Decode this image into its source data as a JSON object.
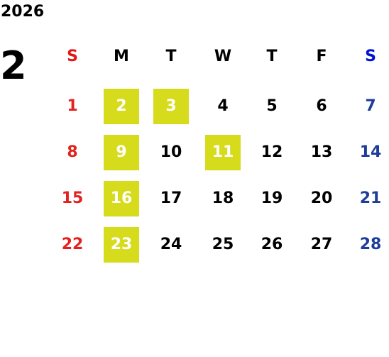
{
  "calendar": {
    "year": "2026",
    "month": "2",
    "weekdays": [
      "S",
      "M",
      "T",
      "W",
      "T",
      "F",
      "S"
    ],
    "weeks": [
      [
        "1",
        "2",
        "3",
        "4",
        "5",
        "6",
        "7"
      ],
      [
        "8",
        "9",
        "10",
        "11",
        "12",
        "13",
        "14"
      ],
      [
        "15",
        "16",
        "17",
        "18",
        "19",
        "20",
        "21"
      ],
      [
        "22",
        "23",
        "24",
        "25",
        "26",
        "27",
        "28"
      ]
    ],
    "highlighted_days": [
      "2",
      "3",
      "9",
      "11",
      "16",
      "23"
    ],
    "colors": {
      "sunday": "#e3221f",
      "saturday": "#1e3d9a",
      "weekday": "#000000",
      "highlight_bg": "#d6db1c",
      "highlight_text": "#ffffff",
      "sunday_header": "#e01818",
      "saturday_header": "#0010d8"
    }
  }
}
